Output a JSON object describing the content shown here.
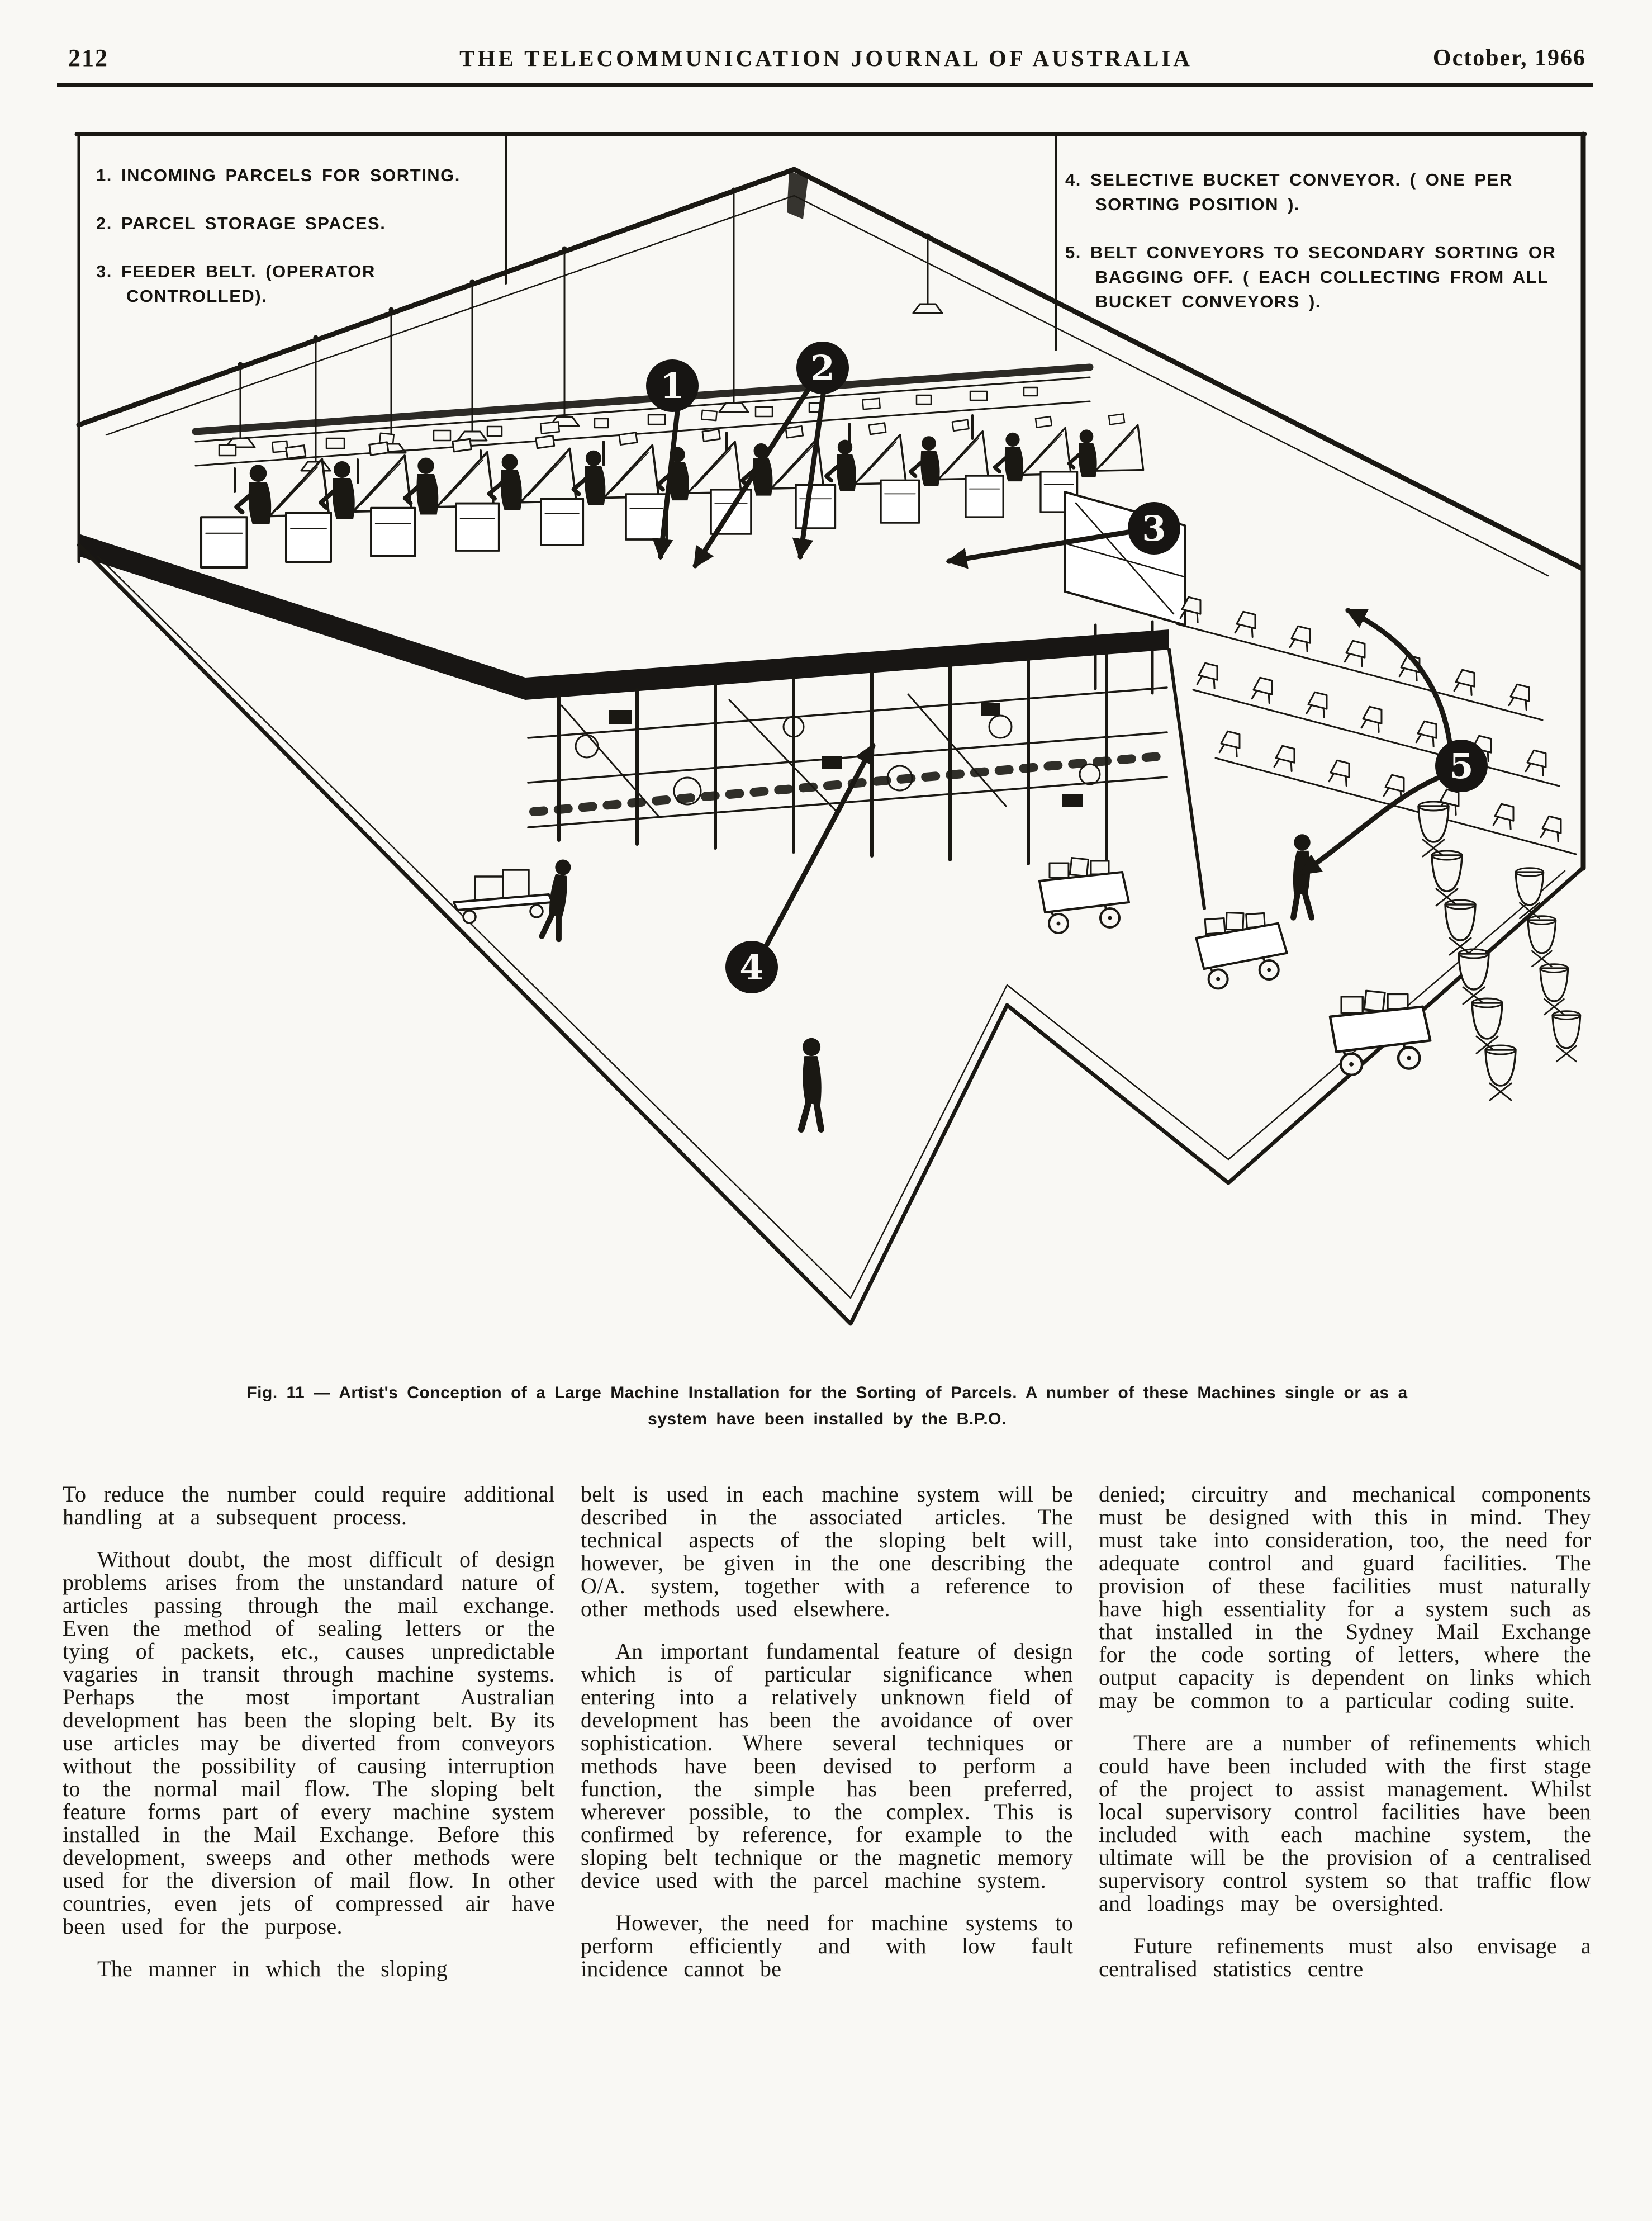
{
  "header": {
    "page_number": "212",
    "journal_title": "THE TELECOMMUNICATION JOURNAL OF AUSTRALIA",
    "issue_date": "October, 1966"
  },
  "figure": {
    "legend_left": [
      {
        "num": "1.",
        "text": "INCOMING PARCELS FOR SORTING."
      },
      {
        "num": "2.",
        "text": "PARCEL STORAGE SPACES."
      },
      {
        "num": "3.",
        "text": "FEEDER BELT. (OPERATOR CONTROLLED)."
      }
    ],
    "legend_right": [
      {
        "num": "4.",
        "text": "SELECTIVE BUCKET CONVEYOR. ( ONE PER SORTING POSITION )."
      },
      {
        "num": "5.",
        "text": "BELT CONVEYORS TO SECONDARY SORTING OR BAGGING OFF. ( EACH COLLECTING FROM ALL BUCKET CONVEYORS )."
      }
    ],
    "markers": [
      "1",
      "2",
      "3",
      "4",
      "5"
    ],
    "caption_line1": "Fig. 11 — Artist's Conception of a Large Machine Installation for the Sorting of Parcels. A number of these Machines single or as a",
    "caption_line2": "system have been installed by the B.P.O."
  },
  "article": {
    "columns": [
      {
        "paragraphs": [
          {
            "text": "To reduce the number could require additional handling at a subsequent process."
          },
          {
            "text": "Without doubt, the most difficult of design problems arises from the unstandard nature of articles passing through the mail exchange. Even the method of sealing letters or the tying of packets, etc., causes unpredictable vagaries in transit through machine systems. Perhaps the most important Australian development has been the sloping belt. By its use articles may be diverted from conveyors without the possibility of causing interruption to the normal mail flow. The sloping belt feature forms part of every machine system installed in the Mail Exchange. Before this development, sweeps and other methods were used for the diversion of mail flow. In other countries, even jets of compressed air have been used for the purpose."
          },
          {
            "text": "The manner in which the sloping"
          }
        ]
      },
      {
        "paragraphs": [
          {
            "text": "belt is used in each machine system will be described in the associated articles. The technical aspects of the sloping belt will, however, be given in the one describing the O/A. system, together with a reference to other methods used elsewhere."
          },
          {
            "text": "An important fundamental feature of design which is of particular significance when entering into a relatively unknown field of development has been the avoidance of over sophistication. Where several techniques or methods have been devised to perform a function, the simple has been preferred, wherever possible, to the complex. This is confirmed by reference, for example to the sloping belt technique or the magnetic memory device used with the parcel machine system."
          },
          {
            "text": "However, the need for machine systems to perform efficiently and with low fault incidence cannot be"
          }
        ]
      },
      {
        "paragraphs": [
          {
            "text": "denied; circuitry and mechanical components must be designed with this in mind. They must take into consideration, too, the need for adequate control and guard facilities. The provision of these facilities must naturally have high essentiality for a system such as that installed in the Sydney Mail Exchange for the code sorting of letters, where the output capacity is dependent on links which may be common to a particular coding suite."
          },
          {
            "text": "There are a number of refinements which could have been included with the first stage of the project to assist management. Whilst local supervisory control facilities have been included with each machine system, the ultimate will be the provision of a centralised supervisory control system so that traffic flow and loadings may be oversighted."
          },
          {
            "text": "Future refinements must also envisage a centralised statistics centre"
          }
        ]
      }
    ]
  }
}
